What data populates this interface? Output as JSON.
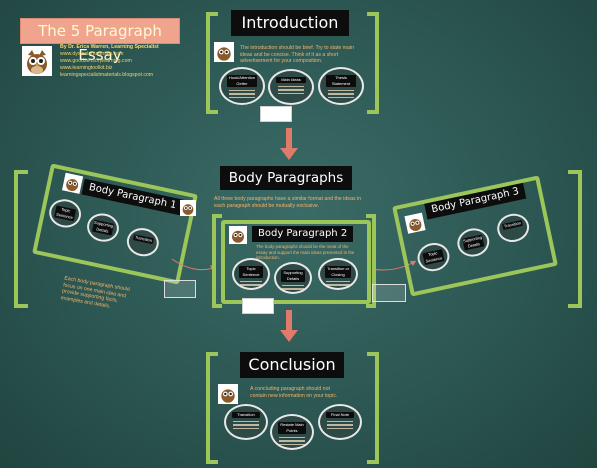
{
  "page": {
    "title": "The 5 Paragraph Essay",
    "credit_lines": [
      "By Dr. Erica Warren, Learning Specialist",
      "www.dyslexiamaterials.com",
      "www.goodsensorylearning.com",
      "www.learningtoolkit.biz",
      "learningspecialistmaterials.blogspot.com"
    ]
  },
  "introduction": {
    "heading": "Introduction",
    "description": "The introduction should be brief. Try to state main ideas and be concise. Think of it as a short advertisement for your composition.",
    "bubbles": [
      "Hook/Attention Getter",
      "Main Ideas",
      "Thesis Statement"
    ]
  },
  "body": {
    "heading": "Body Paragraphs",
    "description": "All three body paragraphs have a similar format and the ideas in each paragraph should be mutually exclusive.",
    "paragraphs": [
      {
        "heading": "Body Paragraph 1",
        "bubbles": [
          "Topic Sentence",
          "Supporting Details",
          "Transition"
        ]
      },
      {
        "heading": "Body Paragraph 2",
        "note": "The body paragraphs should be the meat of the essay and support the main ideas presented in the introduction.",
        "bubbles": [
          "Topic Sentence",
          "Supporting Details",
          "Transition or Closing"
        ]
      },
      {
        "heading": "Body Paragraph 3",
        "bubbles": [
          "Topic Sentence",
          "Supporting Details",
          "Transition"
        ]
      }
    ],
    "side_note": "Each body paragraph should focus on one main idea and provide supporting facts, examples and details."
  },
  "conclusion": {
    "heading": "Conclusion",
    "description": "A concluding paragraph should not contain new information on your topic.",
    "bubbles": [
      "Transition",
      "Restate Main Points",
      "Final Note"
    ]
  },
  "colors": {
    "background": "#2c5753",
    "accent_green": "#9cc65a",
    "arrow": "#e07a6b",
    "banner": "#f0a48e",
    "text_orange": "#f2b46d"
  }
}
